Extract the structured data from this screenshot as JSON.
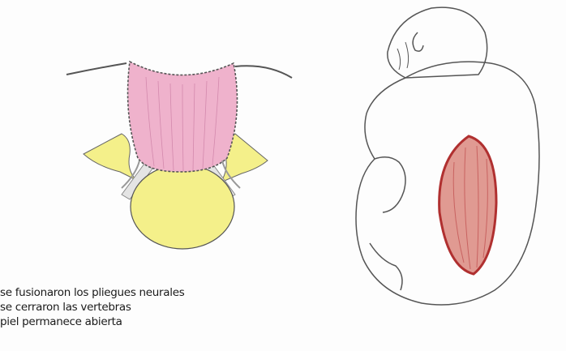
{
  "colors": {
    "background": "#fdfdfd",
    "spinal_cord": "#efb2cc",
    "cord_stripes": "#c878a0",
    "vertebra": "#f4f08a",
    "outline": "#444444",
    "skin": "#555555",
    "lesion": "#e09a92",
    "lesion_border": "#b03030"
  },
  "caption": {
    "line1": "se fusionaron los pliegues neurales",
    "line2": "se cerraron las vertebras",
    "line3": "piel permanece abierta"
  }
}
